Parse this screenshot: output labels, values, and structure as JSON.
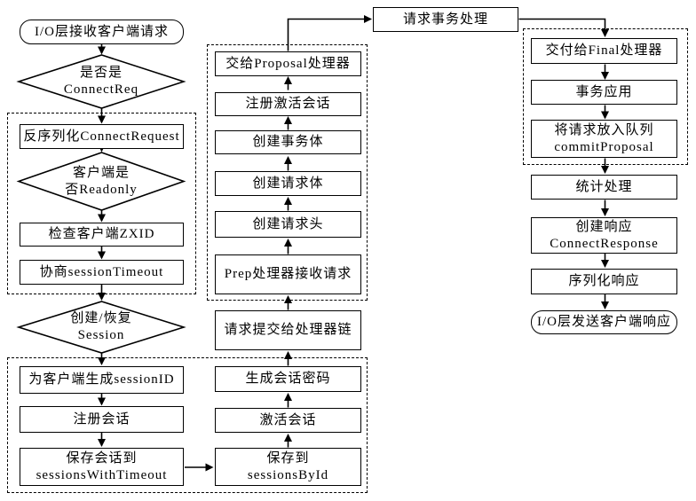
{
  "colors": {
    "line": "#000000",
    "background": "#ffffff"
  },
  "nodes": {
    "io_receive": {
      "label": "I/O层接收客户端请求",
      "shape": "terminator"
    },
    "is_connect_req": {
      "label": "是否是\nConnectReq",
      "shape": "decision"
    },
    "deserialize": {
      "label": "反序列化ConnectRequest",
      "shape": "process"
    },
    "is_readonly": {
      "label": "客户端是\n否Readonly",
      "shape": "decision"
    },
    "check_zxid": {
      "label": "检查客户端ZXID",
      "shape": "process"
    },
    "negotiate_timeout": {
      "label": "协商sessionTimeout",
      "shape": "process"
    },
    "create_restore_session": {
      "label": "创建/恢复\nSession",
      "shape": "decision"
    },
    "gen_session_id": {
      "label": "为客户端生成sessionID",
      "shape": "process"
    },
    "register_session": {
      "label": "注册会话",
      "shape": "process"
    },
    "save_sessions_with_timeout": {
      "label": "保存会话到\nsessionsWithTimeout",
      "shape": "process"
    },
    "save_sessions_by_id": {
      "label": "保存到\nsessionsById",
      "shape": "process"
    },
    "activate_session": {
      "label": "激活会话",
      "shape": "process"
    },
    "gen_session_password": {
      "label": "生成会话密码",
      "shape": "process"
    },
    "submit_to_chain": {
      "label": "请求提交给处理器链",
      "shape": "process"
    },
    "prep_receive": {
      "label": "Prep处理器接收请求",
      "shape": "process"
    },
    "create_request_header": {
      "label": "创建请求头",
      "shape": "process"
    },
    "create_request_body": {
      "label": "创建请求体",
      "shape": "process"
    },
    "create_txn_body": {
      "label": "创建事务体",
      "shape": "process"
    },
    "register_activate_session": {
      "label": "注册激活会话",
      "shape": "process"
    },
    "to_proposal": {
      "label": "交给Proposal处理器",
      "shape": "process"
    },
    "txn_process": {
      "label": "请求事务处理",
      "shape": "process"
    },
    "to_final": {
      "label": "交付给Final处理器",
      "shape": "process"
    },
    "apply_txn": {
      "label": "事务应用",
      "shape": "process"
    },
    "enqueue_commit_proposal": {
      "label": "将请求放入队列\ncommitProposal",
      "shape": "process"
    },
    "stats_process": {
      "label": "统计处理",
      "shape": "process"
    },
    "create_connect_response": {
      "label": "创建响应\nConnectResponse",
      "shape": "process"
    },
    "serialize_response": {
      "label": "序列化响应",
      "shape": "process"
    },
    "io_send_response": {
      "label": "I/O层发送客户端响应",
      "shape": "terminator"
    }
  },
  "edges": [
    [
      "io_receive",
      "is_connect_req"
    ],
    [
      "is_connect_req",
      "deserialize"
    ],
    [
      "deserialize",
      "is_readonly"
    ],
    [
      "is_readonly",
      "check_zxid"
    ],
    [
      "check_zxid",
      "negotiate_timeout"
    ],
    [
      "negotiate_timeout",
      "create_restore_session"
    ],
    [
      "create_restore_session",
      "gen_session_id"
    ],
    [
      "gen_session_id",
      "register_session"
    ],
    [
      "register_session",
      "save_sessions_with_timeout"
    ],
    [
      "save_sessions_with_timeout",
      "save_sessions_by_id"
    ],
    [
      "save_sessions_by_id",
      "activate_session"
    ],
    [
      "activate_session",
      "gen_session_password"
    ],
    [
      "gen_session_password",
      "submit_to_chain"
    ],
    [
      "submit_to_chain",
      "prep_receive"
    ],
    [
      "prep_receive",
      "create_request_header"
    ],
    [
      "create_request_header",
      "create_request_body"
    ],
    [
      "create_request_body",
      "create_txn_body"
    ],
    [
      "create_txn_body",
      "register_activate_session"
    ],
    [
      "register_activate_session",
      "to_proposal"
    ],
    [
      "to_proposal",
      "txn_process"
    ],
    [
      "txn_process",
      "to_final"
    ],
    [
      "to_final",
      "apply_txn"
    ],
    [
      "apply_txn",
      "enqueue_commit_proposal"
    ],
    [
      "enqueue_commit_proposal",
      "stats_process"
    ],
    [
      "stats_process",
      "create_connect_response"
    ],
    [
      "create_connect_response",
      "serialize_response"
    ],
    [
      "serialize_response",
      "io_send_response"
    ]
  ]
}
